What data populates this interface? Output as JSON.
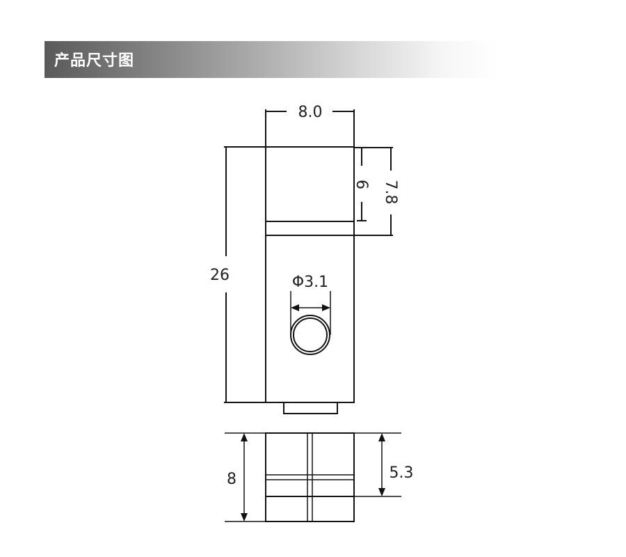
{
  "header": {
    "title": "产品尺寸图"
  },
  "drawing": {
    "front_view": {
      "width_label": "8.0",
      "height_label": "26",
      "top_segment_label": "6",
      "top_segment_outer_label": "7.8",
      "hole_label": "Φ3.1"
    },
    "bottom_view": {
      "height_label": "8",
      "partial_height_label": "5.3"
    },
    "line_color": "#111111"
  }
}
